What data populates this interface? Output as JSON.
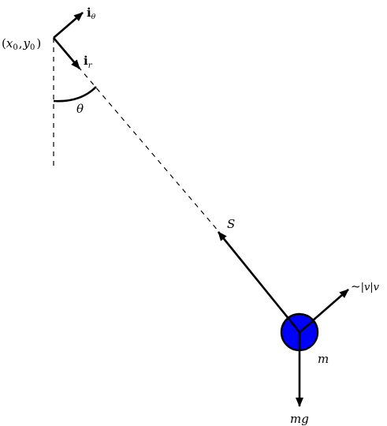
{
  "labels": {
    "origin_open": "(",
    "origin_x": "x",
    "origin_x_sub": "0",
    "origin_sep": ",",
    "origin_y": "y",
    "origin_y_sub": "0",
    "origin_close": ")",
    "unit_theta_main": "i",
    "unit_theta_sub": "θ",
    "unit_r_main": "i",
    "unit_r_sub": "r",
    "angle": "θ",
    "tension": "S",
    "drag_tilde": "~",
    "drag_expr": "|v|v",
    "mass": "m",
    "weight": "mg"
  },
  "colors": {
    "ink": "#000000",
    "bob": "#0000ff"
  }
}
